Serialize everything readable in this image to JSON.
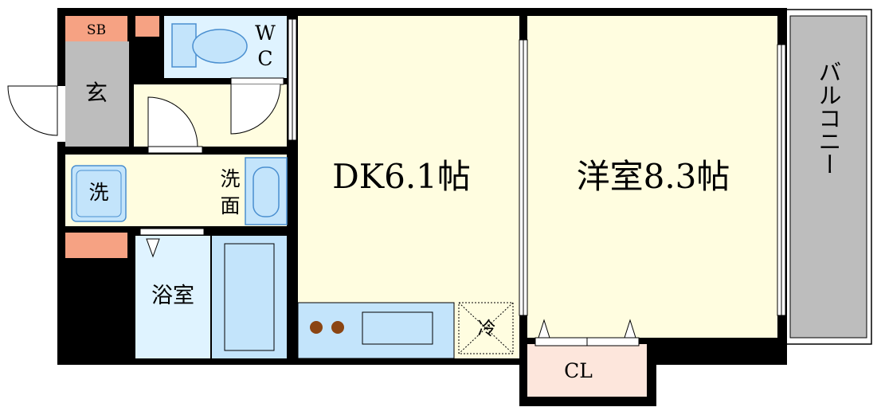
{
  "colors": {
    "wall": "#000000",
    "cream": "#fffde0",
    "grey": "#bdbdbd",
    "blue": "#c3e4fb",
    "light_blue": "#dff3ff",
    "orange": "#f6a283",
    "closet": "#fde6dc",
    "stroke": "#4a8fd0"
  },
  "rooms": {
    "dk": {
      "label": "DK6.1帖"
    },
    "western": {
      "label": "洋室8.3帖"
    },
    "balcony": {
      "label": "バルコニー"
    },
    "closet": {
      "label": "CL"
    },
    "bath": {
      "label": "浴室"
    },
    "entrance": {
      "label": "玄"
    },
    "wc": {
      "line1": "W",
      "line2": "C"
    },
    "washroom": {
      "line1": "洗",
      "line2": "面"
    },
    "washer": {
      "label": "洗"
    },
    "shoe_box": {
      "label": "SB"
    },
    "fridge": {
      "label": "冷"
    }
  }
}
